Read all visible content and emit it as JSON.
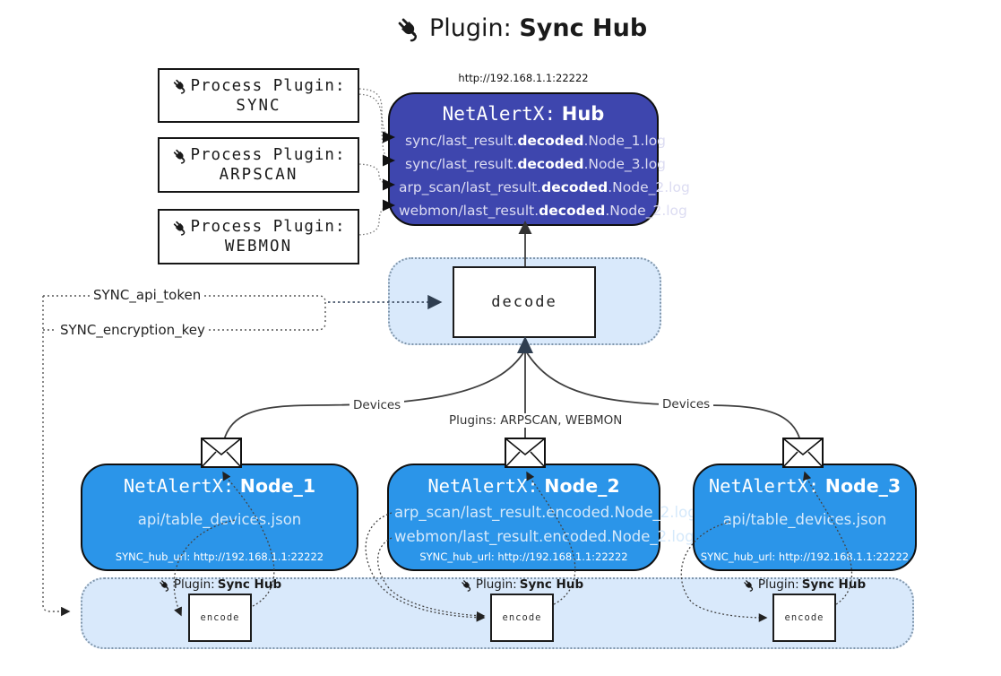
{
  "title": {
    "prefix": "Plugin:",
    "name": "Sync Hub"
  },
  "process_plugins": [
    {
      "label": "Process Plugin:",
      "name": "SYNC"
    },
    {
      "label": "Process Plugin:",
      "name": "ARPSCAN"
    },
    {
      "label": "Process Plugin:",
      "name": "WEBMON"
    }
  ],
  "hub": {
    "url": "http://192.168.1.1:22222",
    "name_prefix": "NetAlertX:",
    "name": "Hub",
    "logs": [
      {
        "pre": "sync/last_result.",
        "bold": "decoded",
        "post": ".Node_1.log"
      },
      {
        "pre": "sync/last_result.",
        "bold": "decoded",
        "post": ".Node_3.log"
      },
      {
        "pre": "arp_scan/last_result.",
        "bold": "decoded",
        "post": ".Node_2.log"
      },
      {
        "pre": "webmon/last_result.",
        "bold": "decoded",
        "post": ".Node_2.log"
      }
    ]
  },
  "decode_box": {
    "label": "decode"
  },
  "edge_labels": {
    "api_token": "SYNC_api_token",
    "encryption_key": "SYNC_encryption_key",
    "devices_left": "Devices",
    "devices_right": "Devices",
    "plugins_middle": "Plugins: ARPSCAN, WEBMON"
  },
  "nodes": [
    {
      "name_prefix": "NetAlertX:",
      "name": "Node_1",
      "lines": [
        "api/table_devices.json"
      ],
      "hub_url": "SYNC_hub_url: http://192.168.1.1:22222"
    },
    {
      "name_prefix": "NetAlertX:",
      "name": "Node_2",
      "lines": [
        "arp_scan/last_result.encoded.Node_2.log",
        "webmon/last_result.encoded.Node_2.log"
      ],
      "hub_url": "SYNC_hub_url: http://192.168.1.1:22222"
    },
    {
      "name_prefix": "NetAlertX:",
      "name": "Node_3",
      "lines": [
        "api/table_devices.json"
      ],
      "hub_url": "SYNC_hub_url: http://192.168.1.1:22222"
    }
  ],
  "encode_section": {
    "plugin_prefix": "Plugin:",
    "plugin_name": "Sync Hub",
    "encode_label": "encode"
  },
  "colors": {
    "hub_fill": "#3e46ae",
    "node_fill": "#2b95e9",
    "panel_fill": "#d9e9fb",
    "arrow_dark": "#2f3e50"
  }
}
